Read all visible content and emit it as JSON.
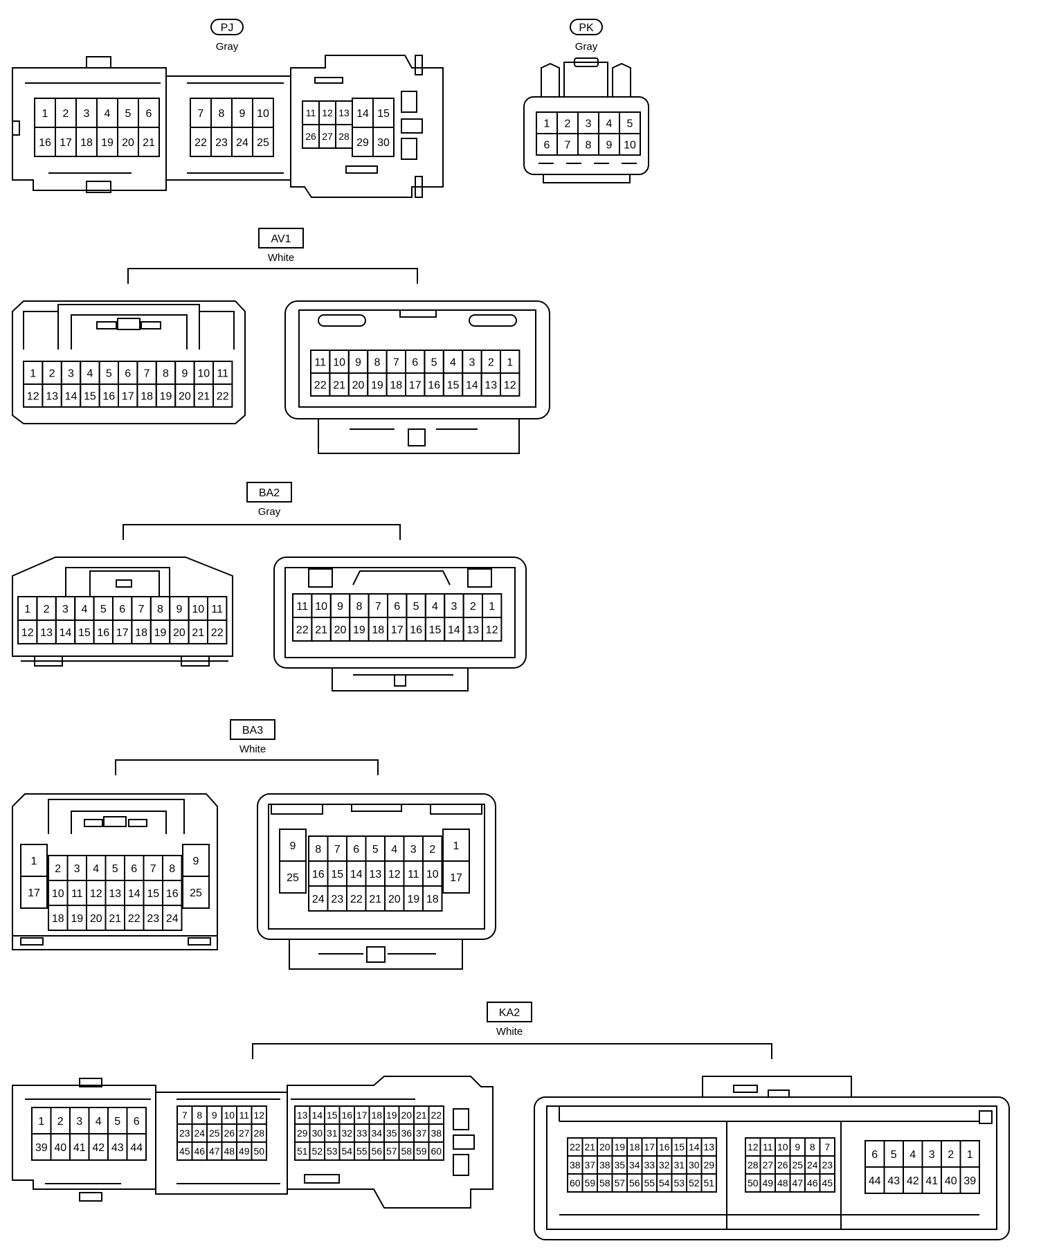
{
  "connectors": {
    "pj": {
      "label": "PJ",
      "color": "Gray",
      "blocks": [
        {
          "rows": [
            [
              "1",
              "2",
              "3",
              "4",
              "5",
              "6"
            ],
            [
              "16",
              "17",
              "18",
              "19",
              "20",
              "21"
            ]
          ]
        },
        {
          "rows": [
            [
              "7",
              "8",
              "9",
              "10"
            ],
            [
              "22",
              "23",
              "24",
              "25"
            ]
          ]
        },
        {
          "rows": [
            [
              "11",
              "12",
              "13"
            ],
            [
              "26",
              "27",
              "28"
            ]
          ]
        },
        {
          "rows": [
            [
              "14",
              "15"
            ],
            [
              "29",
              "30"
            ]
          ]
        }
      ]
    },
    "pk": {
      "label": "PK",
      "color": "Gray",
      "rows": [
        [
          "1",
          "2",
          "3",
          "4",
          "5"
        ],
        [
          "6",
          "7",
          "8",
          "9",
          "10"
        ]
      ]
    },
    "av1": {
      "label": "AV1",
      "color": "White",
      "left": {
        "rows": [
          [
            "1",
            "2",
            "3",
            "4",
            "5",
            "6",
            "7",
            "8",
            "9",
            "10",
            "11"
          ],
          [
            "12",
            "13",
            "14",
            "15",
            "16",
            "17",
            "18",
            "19",
            "20",
            "21",
            "22"
          ]
        ]
      },
      "right": {
        "rows": [
          [
            "11",
            "10",
            "9",
            "8",
            "7",
            "6",
            "5",
            "4",
            "3",
            "2",
            "1"
          ],
          [
            "22",
            "21",
            "20",
            "19",
            "18",
            "17",
            "16",
            "15",
            "14",
            "13",
            "12"
          ]
        ]
      }
    },
    "ba2": {
      "label": "BA2",
      "color": "Gray",
      "left": {
        "rows": [
          [
            "1",
            "2",
            "3",
            "4",
            "5",
            "6",
            "7",
            "8",
            "9",
            "10",
            "11"
          ],
          [
            "12",
            "13",
            "14",
            "15",
            "16",
            "17",
            "18",
            "19",
            "20",
            "21",
            "22"
          ]
        ]
      },
      "right": {
        "rows": [
          [
            "11",
            "10",
            "9",
            "8",
            "7",
            "6",
            "5",
            "4",
            "3",
            "2",
            "1"
          ],
          [
            "22",
            "21",
            "20",
            "19",
            "18",
            "17",
            "16",
            "15",
            "14",
            "13",
            "12"
          ]
        ]
      }
    },
    "ba3": {
      "label": "BA3",
      "color": "White",
      "left": {
        "side_a": [
          "1",
          "17"
        ],
        "rows": [
          [
            "2",
            "3",
            "4",
            "5",
            "6",
            "7",
            "8"
          ],
          [
            "10",
            "11",
            "12",
            "13",
            "14",
            "15",
            "16"
          ],
          [
            "18",
            "19",
            "20",
            "21",
            "22",
            "23",
            "24"
          ]
        ],
        "side_b": [
          "9",
          "25"
        ]
      },
      "right": {
        "side_a": [
          "9",
          "25"
        ],
        "rows": [
          [
            "8",
            "7",
            "6",
            "5",
            "4",
            "3",
            "2"
          ],
          [
            "16",
            "15",
            "14",
            "13",
            "12",
            "11",
            "10"
          ],
          [
            "24",
            "23",
            "22",
            "21",
            "20",
            "19",
            "18"
          ]
        ],
        "side_b": [
          "1",
          "17"
        ]
      }
    },
    "ka2": {
      "label": "KA2",
      "color": "White",
      "left": {
        "blocks": [
          {
            "rows": [
              [
                "1",
                "2",
                "3",
                "4",
                "5",
                "6"
              ],
              [
                "39",
                "40",
                "41",
                "42",
                "43",
                "44"
              ]
            ]
          },
          {
            "rows": [
              [
                "7",
                "8",
                "9",
                "10",
                "11",
                "12"
              ],
              [
                "23",
                "24",
                "25",
                "26",
                "27",
                "28"
              ],
              [
                "45",
                "46",
                "47",
                "48",
                "49",
                "50"
              ]
            ]
          },
          {
            "rows": [
              [
                "13",
                "14",
                "15",
                "16",
                "17",
                "18",
                "19",
                "20",
                "21",
                "22"
              ],
              [
                "29",
                "30",
                "31",
                "32",
                "33",
                "34",
                "35",
                "36",
                "37",
                "38"
              ],
              [
                "51",
                "52",
                "53",
                "54",
                "55",
                "56",
                "57",
                "58",
                "59",
                "60"
              ]
            ]
          }
        ]
      },
      "right": {
        "blocks": [
          {
            "rows": [
              [
                "22",
                "21",
                "20",
                "19",
                "18",
                "17",
                "16",
                "15",
                "14",
                "13"
              ],
              [
                "38",
                "37",
                "38",
                "35",
                "34",
                "33",
                "32",
                "31",
                "30",
                "29"
              ],
              [
                "60",
                "59",
                "58",
                "57",
                "56",
                "55",
                "54",
                "53",
                "52",
                "51"
              ]
            ]
          },
          {
            "rows": [
              [
                "12",
                "11",
                "10",
                "9",
                "8",
                "7"
              ],
              [
                "28",
                "27",
                "26",
                "25",
                "24",
                "23"
              ],
              [
                "50",
                "49",
                "48",
                "47",
                "46",
                "45"
              ]
            ]
          },
          {
            "rows": [
              [
                "6",
                "5",
                "4",
                "3",
                "2",
                "1"
              ],
              [
                "44",
                "43",
                "42",
                "41",
                "40",
                "39"
              ]
            ]
          }
        ]
      }
    }
  }
}
